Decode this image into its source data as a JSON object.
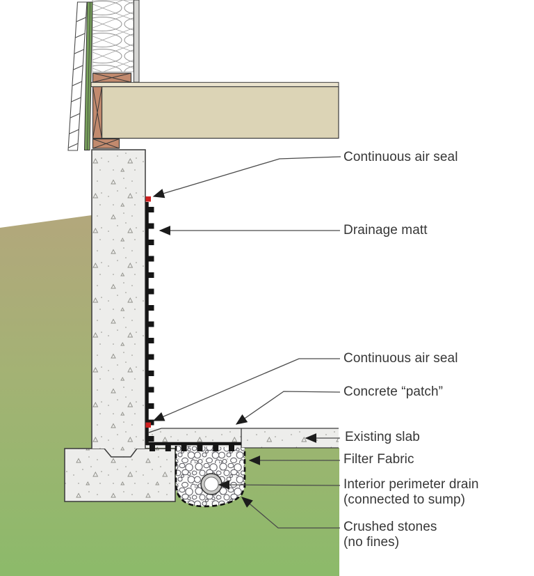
{
  "diagram": {
    "labels": {
      "air_seal_top": "Continuous air seal",
      "drainage_matt": "Drainage matt",
      "air_seal_bottom": "Continuous air seal",
      "concrete_patch": "Concrete “patch”",
      "existing_slab": "Existing slab",
      "filter_fabric": "Filter Fabric",
      "perimeter_drain_line1": "Interior perimeter drain",
      "perimeter_drain_line2": "(connected to sump)",
      "crushed_stones_line1": "Crushed stones",
      "crushed_stones_line2": "(no fines)"
    },
    "colors": {
      "ground_top": "#b3a77c",
      "ground_mid": "#a3b274",
      "ground_bottom": "#8cba6a",
      "concrete": "#ededeb",
      "floor_beige": "#dcd4b6",
      "subfloor_beige": "#eae3cd",
      "wood": "#c28a6e",
      "sheathing_green": "#78a05c",
      "drywall_gray": "#d6d6d4",
      "matt_black": "#151515",
      "seal_red": "#cf2020",
      "pipe_gray": "#c9c9c7",
      "leader_line": "#4a4a4a",
      "text": "#363636"
    }
  }
}
